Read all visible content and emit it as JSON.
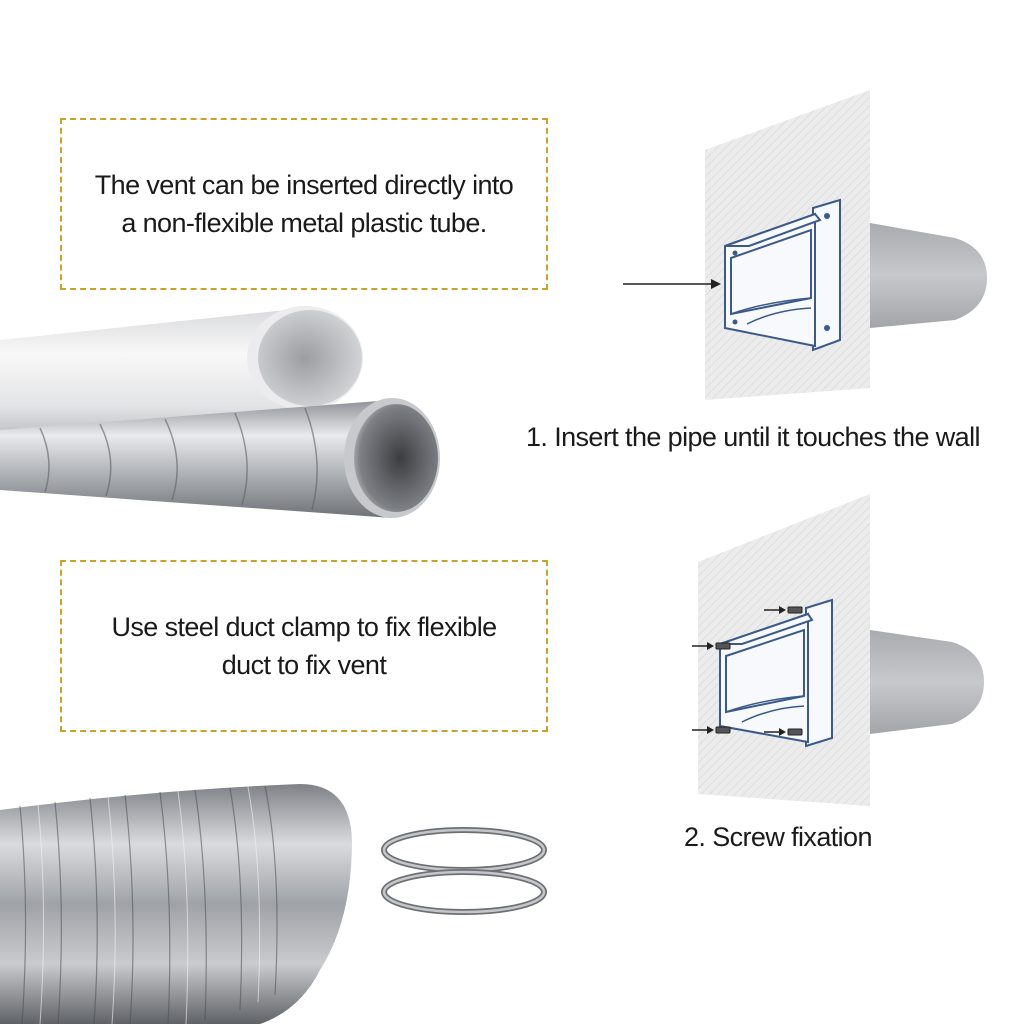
{
  "notes": {
    "rigid": {
      "line1": "The vent can be inserted directly into",
      "line2": "a non-flexible metal plastic tube."
    },
    "flexible": {
      "line1": "Use steel duct clamp to fix flexible",
      "line2": "duct to fix vent"
    }
  },
  "steps": {
    "step1": "1. Insert the pipe until it touches the wall",
    "step2": "2. Screw fixation"
  },
  "colors": {
    "dashed_border": "#c9a227",
    "wall": "#e9e9e9",
    "vent_outline": "#3b5a8a",
    "metal": "#b9bcc0"
  }
}
